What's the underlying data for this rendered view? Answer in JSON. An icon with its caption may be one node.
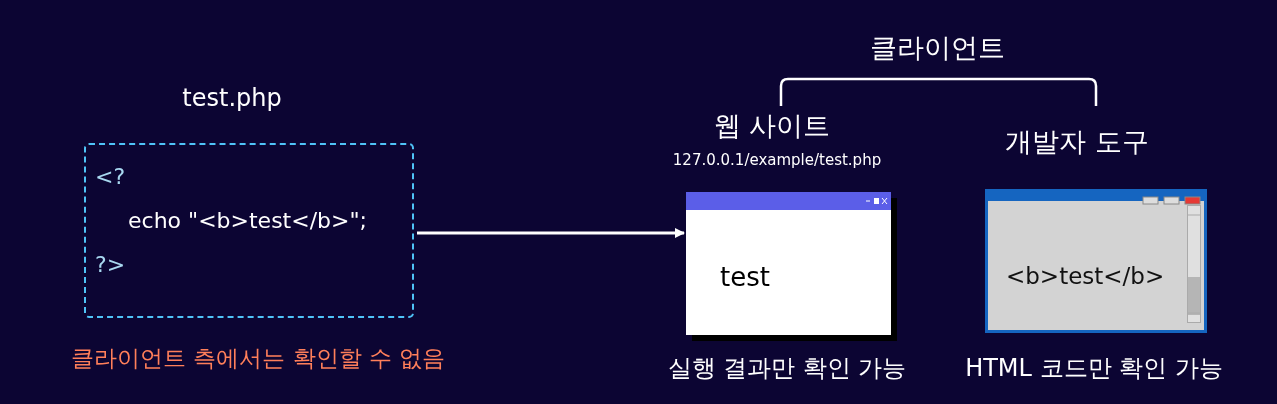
{
  "diagram": {
    "nodes": [
      {
        "text": [
          "test.php",
          "<?",
          "echo \"<b>test</b>\";",
          "?>"
        ],
        "beside": [
          "클라이언트 측에서는 확인할 수 없음"
        ]
      },
      {
        "text": [
          "test"
        ],
        "beside": [
          "웹 사이트",
          "127.0.0.1/example/test.php",
          "실행 결과만 확인 가능"
        ]
      },
      {
        "text": [
          "<b>test</b>"
        ],
        "beside": [
          "개발자 도구",
          "HTML 코드만 확인 가능"
        ]
      }
    ],
    "edges": [
      {
        "from": 0,
        "to": 1,
        "arrow": "to"
      }
    ],
    "labels": [
      "클라이언트"
    ]
  }
}
